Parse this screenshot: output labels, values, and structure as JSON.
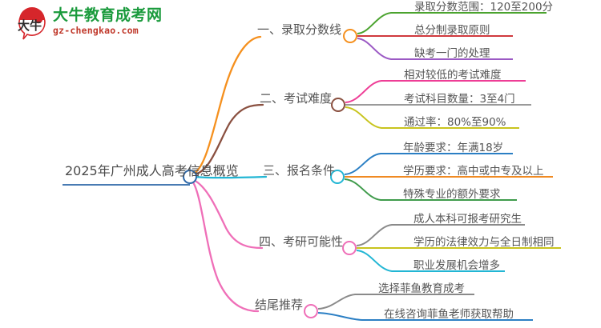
{
  "logo": {
    "mark_text": "大牛",
    "name_cn": "大牛教育成考网",
    "name_en": "gz-chengkao.com",
    "mark_color": "#d6262b",
    "name_color": "#1a9a3c",
    "url_color": "#c0392b"
  },
  "mindmap": {
    "root": {
      "label": "2025年广州成人高考信息概览",
      "color": "#2f68a8"
    },
    "branches": [
      {
        "label": "一、录取分数线",
        "color": "#f5901e",
        "children": [
          {
            "label": "录取分数范围：120至200分",
            "color": "#4ba32f"
          },
          {
            "label": "总分制录取原则",
            "color": "#d0393e"
          },
          {
            "label": "缺考一门的处理",
            "color": "#9b59c4"
          }
        ]
      },
      {
        "label": "二、考试难度",
        "color": "#8a5040",
        "children": [
          {
            "label": "相对较低的考试难度",
            "color": "#ee3d96"
          },
          {
            "label": "考试科目数量：3至4门",
            "color": "#9a9a9a"
          },
          {
            "label": "通过率：80%至90%",
            "color": "#c8c41e"
          }
        ]
      },
      {
        "label": "三、报名条件",
        "color": "#22b6d4",
        "children": [
          {
            "label": "年龄要求：年满18岁",
            "color": "#2b7fc4"
          },
          {
            "label": "学历要求：高中或中专及以上",
            "color": "#f08a22"
          },
          {
            "label": "特殊专业的额外要求",
            "color": "#3f9b4b"
          }
        ]
      },
      {
        "label": "四、考研可能性",
        "color": "#ef6fb8",
        "children": [
          {
            "label": "成人本科可报考研究生",
            "color": "#8a8a8a"
          },
          {
            "label": "学历的法律效力与全日制相同",
            "color": "#c8c41e"
          },
          {
            "label": "职业发展机会增多",
            "color": "#22b6d4"
          }
        ]
      },
      {
        "label": "结尾推荐",
        "color": "#ef6fb8",
        "children": [
          {
            "label": "选择菲鱼教育成考",
            "color": "#8a8a8a"
          },
          {
            "label": "在线咨询菲鱼老师获取帮助",
            "color": "#2b7fc4"
          }
        ]
      }
    ]
  }
}
